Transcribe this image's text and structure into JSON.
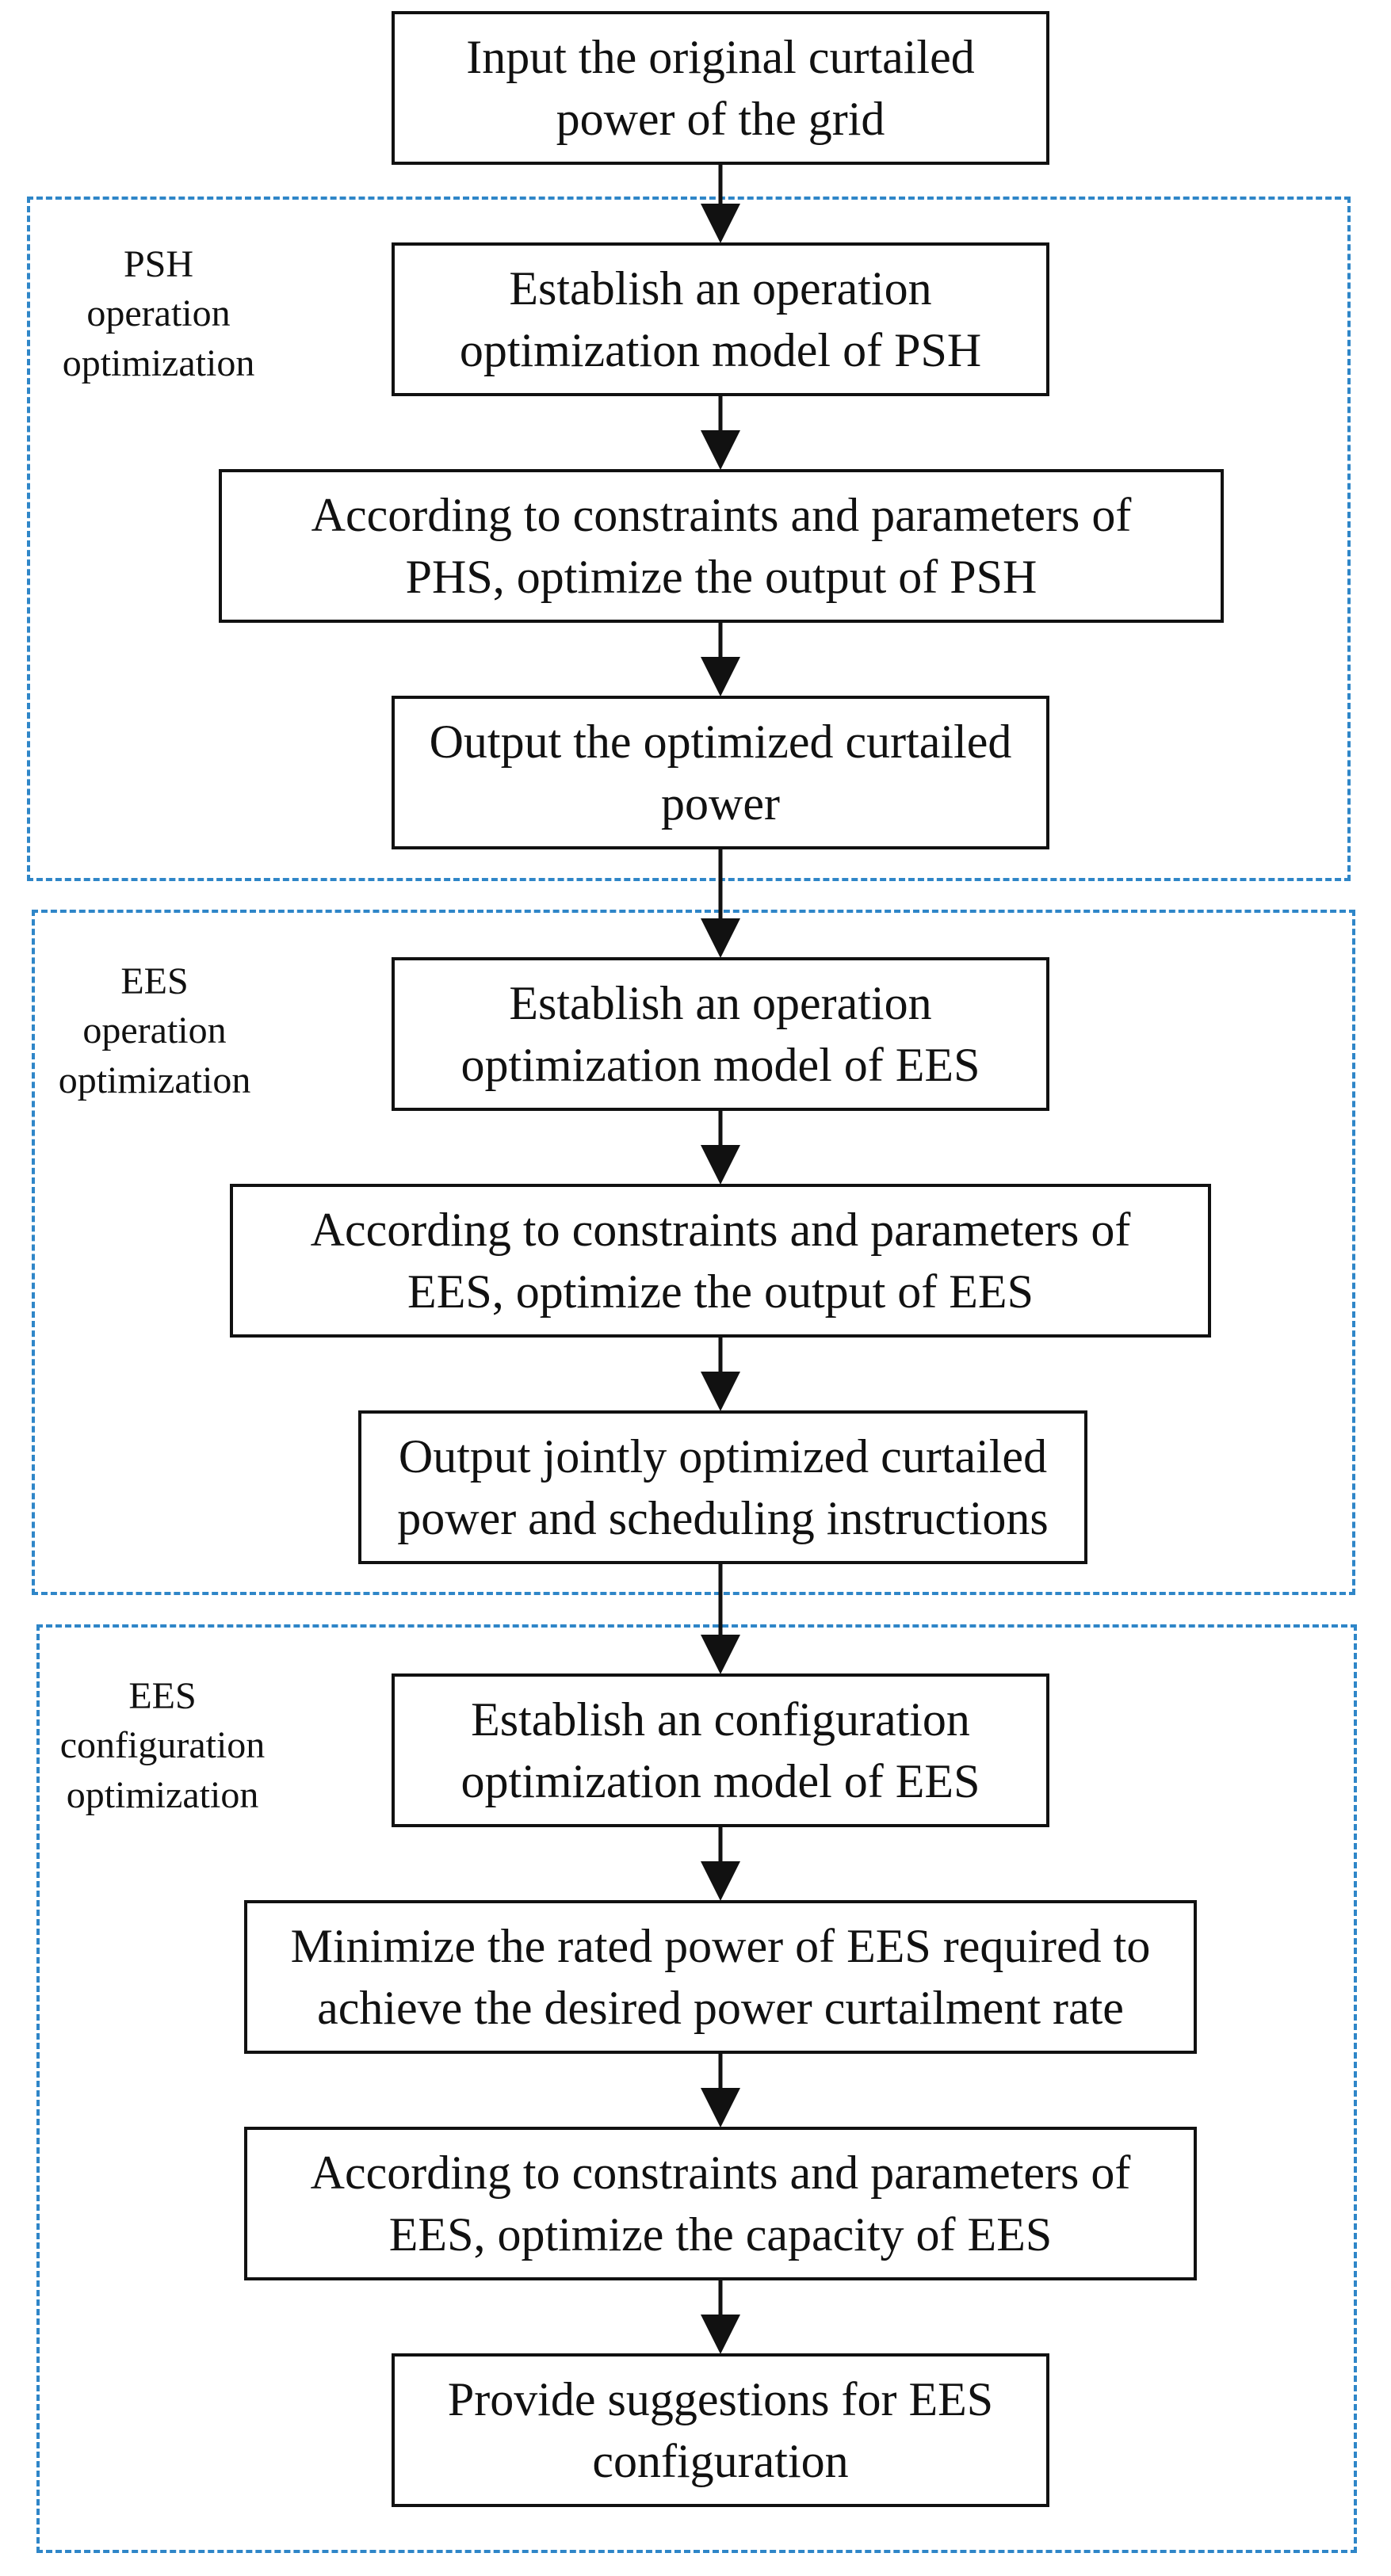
{
  "flowchart": {
    "groups": [
      {
        "id": "psh",
        "label": "PSH\noperation\noptimization",
        "border_color": "#2f86c8"
      },
      {
        "id": "ees_op",
        "label": "EES\noperation\noptimization",
        "border_color": "#2f86c8"
      },
      {
        "id": "ees_cfg",
        "label": "EES\nconfiguration\noptimization",
        "border_color": "#2f86c8"
      }
    ],
    "steps": [
      {
        "id": "s1",
        "text": "Input the original curtailed\npower of the grid"
      },
      {
        "id": "s2",
        "text": "Establish an operation\noptimization model of PSH"
      },
      {
        "id": "s3",
        "text": "According to constraints and parameters of\nPHS, optimize the output of PSH"
      },
      {
        "id": "s4",
        "text": "Output the optimized curtailed\npower"
      },
      {
        "id": "s5",
        "text": "Establish an operation\noptimization model of EES"
      },
      {
        "id": "s6",
        "text": "According to constraints and parameters of\nEES, optimize the output of EES"
      },
      {
        "id": "s7",
        "text": "Output jointly optimized curtailed\npower and scheduling instructions"
      },
      {
        "id": "s8",
        "text": "Establish an configuration\noptimization model of EES"
      },
      {
        "id": "s9",
        "text": "Minimize the rated power of EES required to\nachieve the desired power curtailment rate"
      },
      {
        "id": "s10",
        "text": "According to constraints and parameters of\nEES, optimize the capacity of EES"
      },
      {
        "id": "s11",
        "text": "Provide suggestions for EES\nconfiguration"
      }
    ],
    "edges": [
      [
        "s1",
        "s2"
      ],
      [
        "s2",
        "s3"
      ],
      [
        "s3",
        "s4"
      ],
      [
        "s4",
        "s5"
      ],
      [
        "s5",
        "s6"
      ],
      [
        "s6",
        "s7"
      ],
      [
        "s7",
        "s8"
      ],
      [
        "s8",
        "s9"
      ],
      [
        "s9",
        "s10"
      ],
      [
        "s10",
        "s11"
      ]
    ]
  }
}
